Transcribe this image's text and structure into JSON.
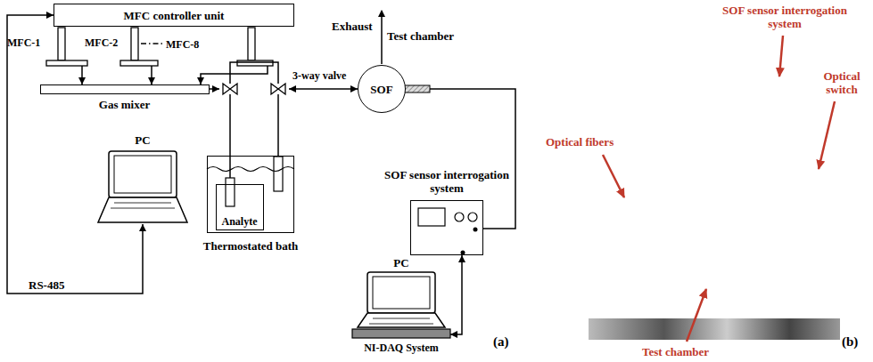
{
  "diagram": {
    "nodes": [
      {
        "text": [
          "MFC controller unit"
        ]
      },
      {
        "text": [
          "MFC-1"
        ]
      },
      {
        "text": [
          "MFC-2"
        ]
      },
      {
        "text": [
          "MFC-8"
        ]
      },
      {
        "text": [
          "Gas mixer"
        ]
      },
      {
        "text": [
          "3-way valve"
        ]
      },
      {
        "text": [
          "Thermostated bath"
        ]
      },
      {
        "text": [
          "Analyte"
        ],
        "in": 6
      },
      {
        "text": [
          "Test chamber",
          "SOF"
        ]
      },
      {
        "text": [
          "SOF sensor interrogation system"
        ]
      },
      {
        "text": [
          "PC"
        ]
      },
      {
        "text": [
          "PC",
          "NI-DAQ System"
        ]
      }
    ],
    "edges": [
      {
        "from": 1,
        "to": 4,
        "arrow": "to"
      },
      {
        "from": 2,
        "to": 4,
        "arrow": "to"
      },
      {
        "from": 3,
        "to": 4,
        "arrow": "to"
      },
      {
        "from": 4,
        "to": 5,
        "arrow": "to"
      },
      {
        "from": 5,
        "to": 8,
        "arrow": "both"
      },
      {
        "from": 8,
        "to": 9,
        "arrow": "none"
      },
      {
        "from": 9,
        "to": 11,
        "arrow": "both"
      },
      {
        "from": 10,
        "to": 0,
        "label": "RS-485",
        "arrow": "both"
      },
      {
        "from": 5,
        "to": 7,
        "arrow": "none"
      },
      {
        "from": 5,
        "to": 6,
        "arrow": "none"
      }
    ],
    "labels": [
      "Exhaust",
      "(a)",
      "SOF sensor interrogation system",
      "Optical switch",
      "Optical fibers",
      "Test chamber",
      "(b)"
    ]
  }
}
